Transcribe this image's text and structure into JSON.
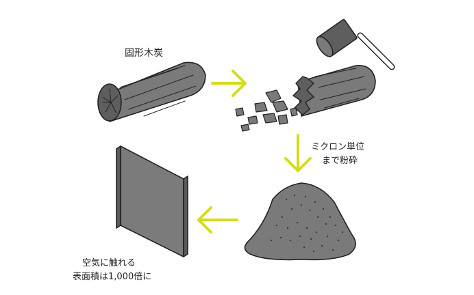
{
  "labels": {
    "charcoal": "固形木炭",
    "grind_line1": "ミクロン単位",
    "grind_line2": "まで粉砕",
    "surface_line1": "空気に触れる",
    "surface_line2": "表面積は1,000倍に"
  },
  "colors": {
    "arrow": "#d4dc1c",
    "charcoal": "#7a7a7a",
    "charcoal_end": "#5e5e5e",
    "stroke": "#222222",
    "panel_front": "#7b7b7b",
    "panel_side": "#5a5a5a"
  },
  "icons": [
    "hammer-icon",
    "arrow-right-icon",
    "arrow-down-icon",
    "arrow-left-icon"
  ]
}
